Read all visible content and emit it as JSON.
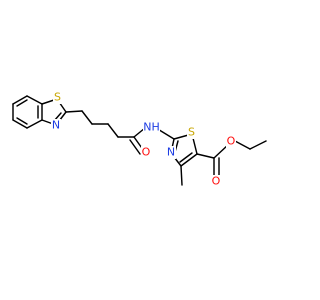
{
  "molecule": {
    "colors": {
      "bond": "#000000",
      "S": "#c8a600",
      "N": "#1d3de3",
      "O": "#ff0d0d",
      "H": "#1d3de3",
      "background": "#ffffff"
    },
    "atom_labels": {
      "benzothiazole_s": "S",
      "benzothiazole_n": "N",
      "amide_nh": "NH",
      "amide_o": "O",
      "thiazole_s": "S",
      "thiazole_n": "N",
      "ester_o_double": "O",
      "ester_o_single": "O"
    }
  }
}
